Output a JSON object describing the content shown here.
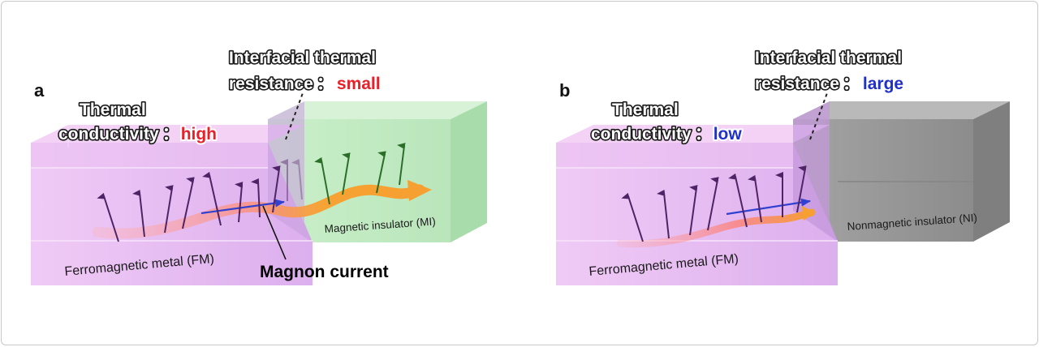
{
  "panel_a": {
    "letter": "a",
    "thermal_line1": "Thermal",
    "thermal_line2": "conductivity",
    "thermal_sep": "：",
    "thermal_value": "high",
    "interface_line1": "Interfacial thermal",
    "interface_line2": "resistance",
    "interface_sep": "：",
    "interface_value": "small",
    "left_material": "Ferromagnetic metal (FM)",
    "right_material": "Magnetic insulator (MI)",
    "magnon_label": "Magnon current"
  },
  "panel_b": {
    "letter": "b",
    "thermal_line1": "Thermal",
    "thermal_line2": "conductivity",
    "thermal_sep": "：",
    "thermal_value": "low",
    "interface_line1": "Interfacial thermal",
    "interface_line2": "resistance",
    "interface_sep": "：",
    "interface_value": "large",
    "left_material": "Ferromagnetic metal (FM)",
    "right_material": "Nonmagnetic insulator (NI)"
  },
  "colors": {
    "fm_block": "#e7b6f0",
    "mi_block": "#bfeac0",
    "ni_block": "#9a9a9a",
    "spin_purple": "#5a2a78",
    "spin_green": "#2e7a2e",
    "magnon_orange": "#f5a030",
    "heat_red": "#ff6060",
    "arrow_blue": "#3040d0",
    "value_red": "#e8202a",
    "value_blue": "#2030c8"
  },
  "icons": [
    "spin-arrow-icon",
    "magnon-wave-icon",
    "flow-arrow-icon"
  ]
}
